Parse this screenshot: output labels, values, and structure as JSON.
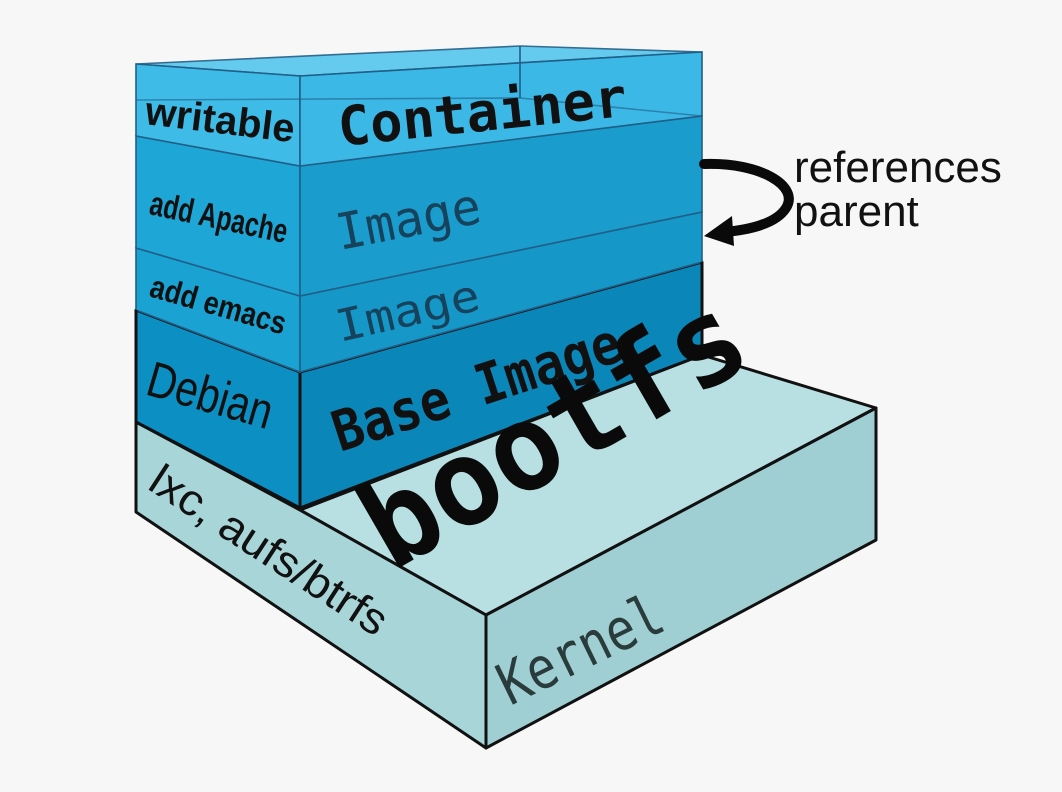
{
  "layers": {
    "container": {
      "side": "writable",
      "front": "Container"
    },
    "apache": {
      "side": "add Apache",
      "front": "Image"
    },
    "emacs": {
      "side": "add emacs",
      "front": "Image"
    },
    "base": {
      "side": "Debian",
      "front": "Base Image"
    },
    "kernel": {
      "side": "lxc, aufs/btrfs",
      "front": "Kernel",
      "top": "bootfs"
    }
  },
  "annotation": {
    "line1": "references",
    "line2": "parent"
  },
  "colors": {
    "container": "#3bb8e6",
    "image": "#1a9ccc",
    "base": "#0b86b8",
    "kernel": "#a9d6d9",
    "kernel_top": "#b8dfe1",
    "background": "#f7f7f7"
  }
}
